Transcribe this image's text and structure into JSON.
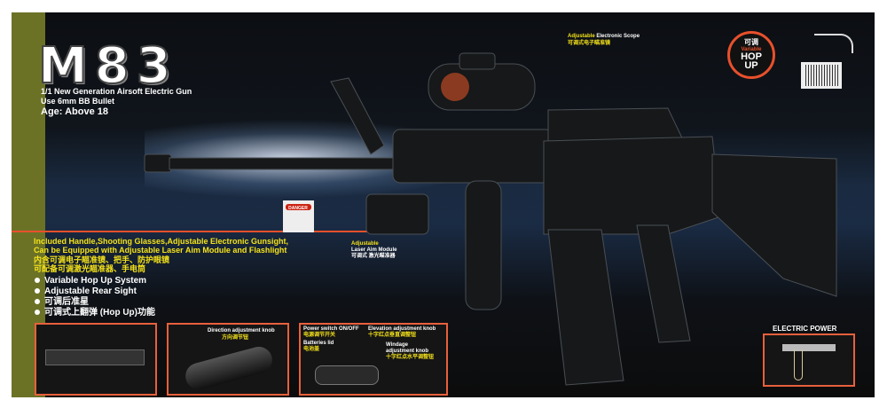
{
  "title": "M83",
  "subtitle_lines": [
    "1/1 New Generation Airsoft Electric Gun",
    "Use 6mm BB Bullet",
    "Age: Above 18"
  ],
  "included_en": [
    "Included Handle,Shooting Glasses,Adjustable Electronic Gunsight,",
    "Can be Equipped with Adjustable Laser Aim Module and Flashlight"
  ],
  "included_cn": [
    "内含可调电子瞄准镜、把手、防护眼镜",
    "可配备可调激光瞄准器、手电筒"
  ],
  "features": [
    "Variable Hop Up System",
    "Adjustable Rear Sight",
    "可调后准星",
    "可调式上翻弹 (Hop Up)功能"
  ],
  "scope_label": {
    "adj": "Adjustable",
    "rest": "Electronic Scope",
    "cn": "可调式电子瞄准镜"
  },
  "laser_label": {
    "adj": "Adjustable",
    "rest": "Laser Aim Module",
    "cn": "可调式  激光瞄准器"
  },
  "danger_label": "DANGER",
  "hopup_badge": {
    "cn": "可调",
    "line1": "Variable",
    "line2": "HOP",
    "line3": "UP"
  },
  "panel2": {
    "label": "Direction adjustment knob",
    "cn": "方向调节钮"
  },
  "panel3": {
    "power": "Power switch ON/OFF",
    "power_cn": "电源调节开关",
    "battery": "Batteries lid",
    "battery_cn": "电池盖",
    "elevation": "Elevation adjustment knob",
    "elevation_cn": "十字红点垂直调整钮",
    "windage1": "Windage",
    "windage2": "adjustment knob",
    "windage_cn": "十字红点水平调整钮"
  },
  "electric_power": "ELECTRIC POWER",
  "colors": {
    "accent_yellow": "#f4e21a",
    "panel_border": "#e8603c",
    "olive": "#6b7226"
  }
}
